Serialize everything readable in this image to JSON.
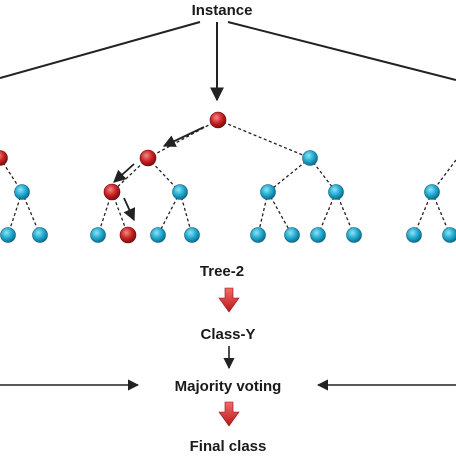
{
  "labels": {
    "top": "Instance",
    "tree": "Tree-2",
    "class": "Class-Y",
    "vote": "Majority voting",
    "final": "Final class"
  },
  "colors": {
    "node_normal": "#1fa6c8",
    "node_active": "#c41e1e",
    "edge": "#222222",
    "arrow_fill": "#d8262a"
  }
}
